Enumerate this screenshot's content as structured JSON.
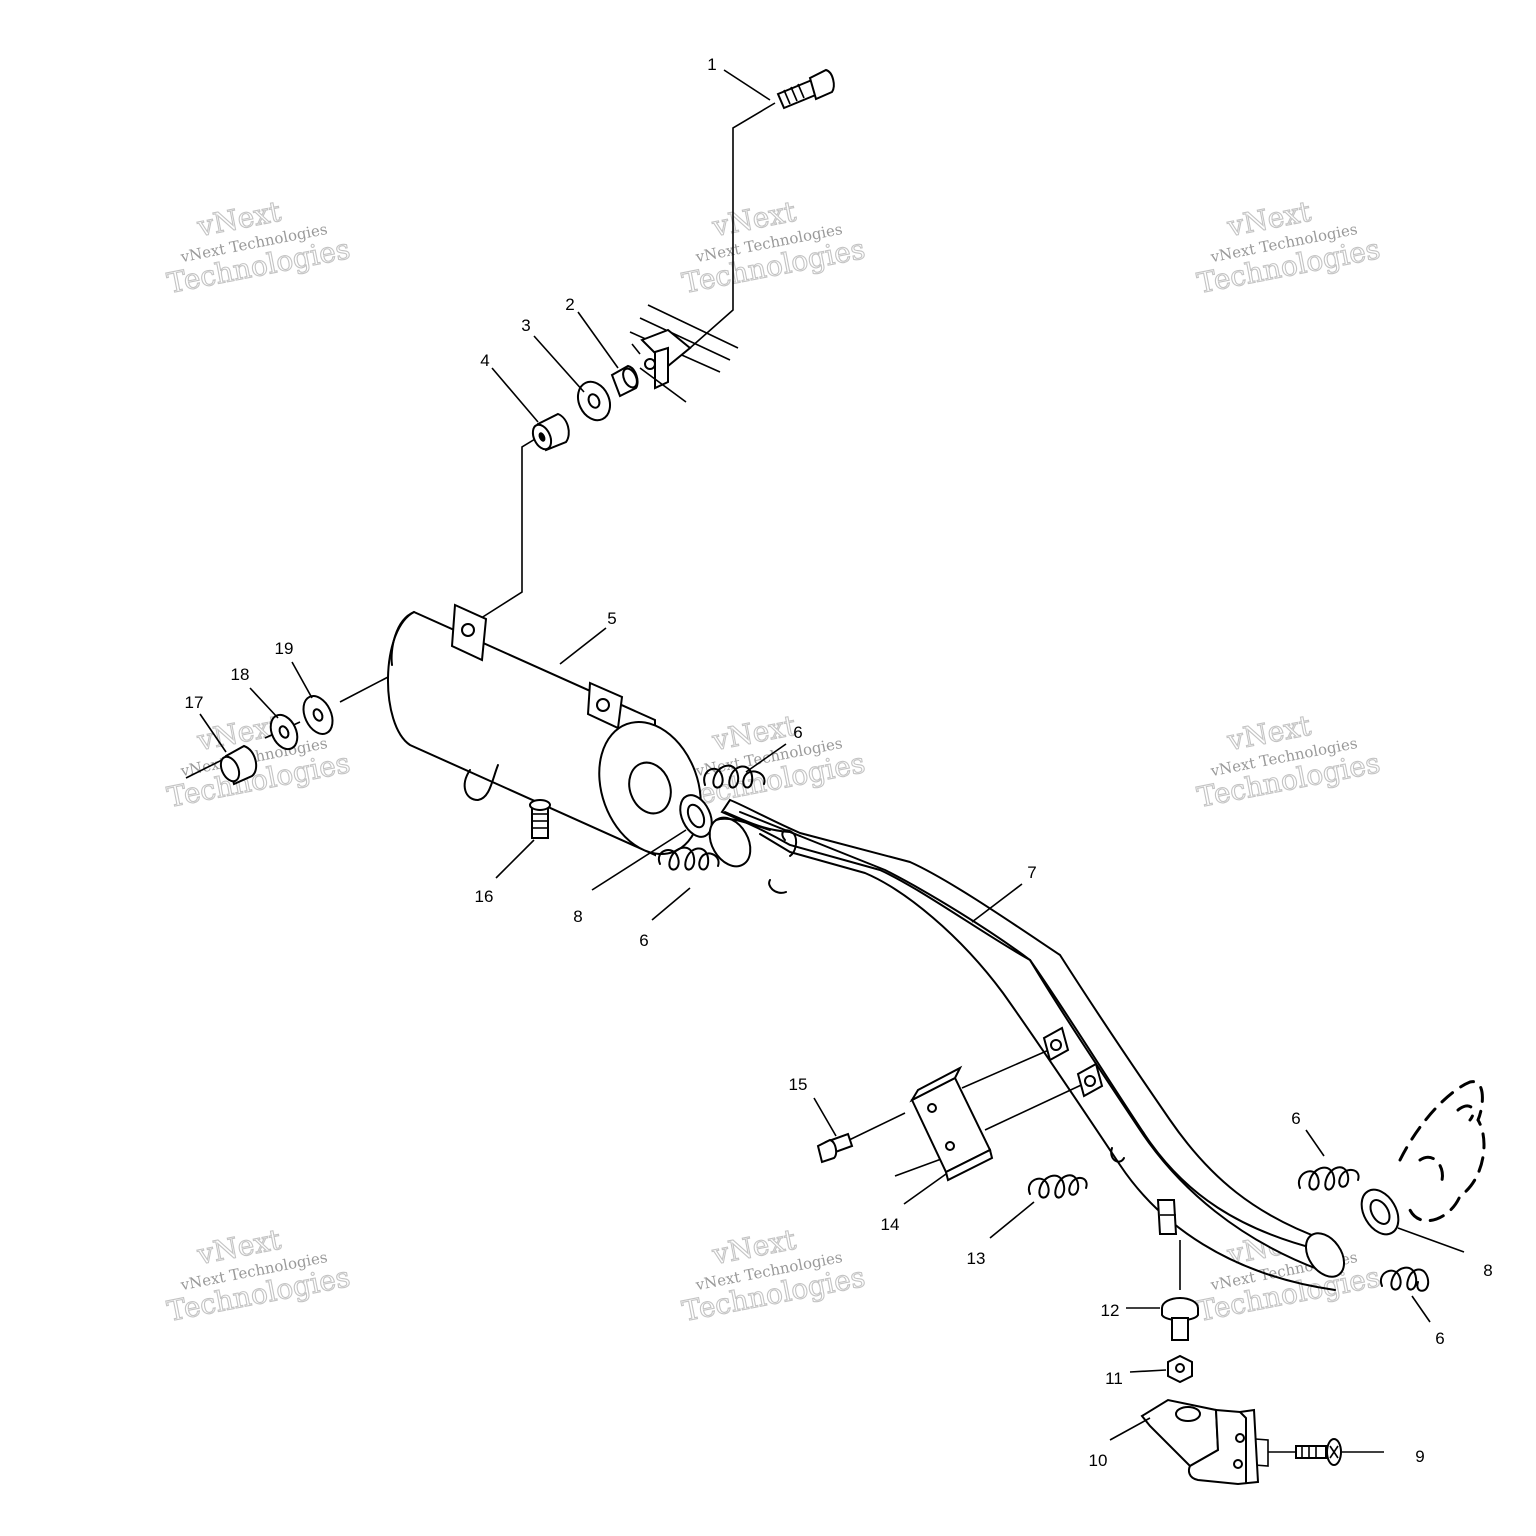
{
  "callouts": [
    "1",
    "2",
    "3",
    "4",
    "5",
    "6",
    "6",
    "8",
    "16",
    "7",
    "6",
    "15",
    "14",
    "13",
    "6",
    "8",
    "6",
    "12",
    "11",
    "10",
    "9",
    "17",
    "18",
    "19"
  ],
  "watermark": {
    "line1": "vNext Technologies",
    "line2": "vNext",
    "line3": "Technologies"
  }
}
